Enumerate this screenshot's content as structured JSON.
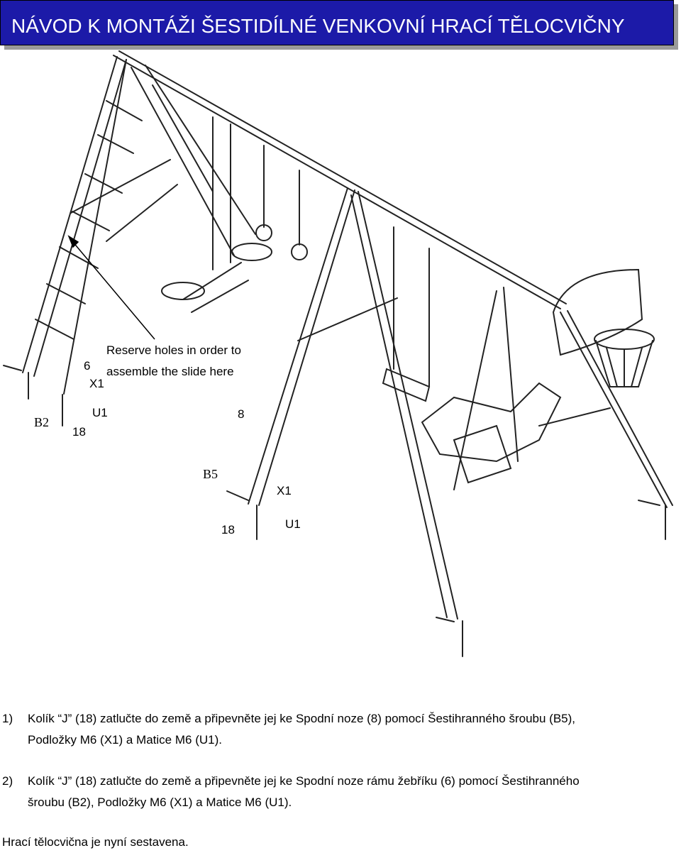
{
  "header": {
    "title": "NÁVOD K MONTÁŽI ŠESTIDÍLNÉ VENKOVNÍ HRACÍ TĚLOCVIČNY"
  },
  "figure": {
    "callout_line1": "Reserve holes in order to",
    "callout_line2": "assemble the slide here",
    "labels": {
      "part6": "6",
      "x1_left": "X1",
      "u1_left": "U1",
      "b2": "B2",
      "part18_left": "18",
      "part8": "8",
      "b5": "B5",
      "x1_mid": "X1",
      "part18_mid": "18",
      "u1_mid": "U1"
    }
  },
  "steps": [
    {
      "number": "1)",
      "line1": "Kolík “J” (18) zatlučte do země a připevněte jej ke Spodní noze (8) pomocí Šestihranného šroubu (B5),",
      "line2": "Podložky M6 (X1) a Matice M6 (U1)."
    },
    {
      "number": "2)",
      "line1": "Kolík “J” (18) zatlučte do země a připevněte jej ke Spodní noze rámu žebříku (6) pomocí Šestihranného",
      "line2": "šroubu (B2), Podložky M6 (X1) a Matice M6 (U1)."
    }
  ],
  "conclusion": "Hrací tělocvična je nyní sestavena."
}
